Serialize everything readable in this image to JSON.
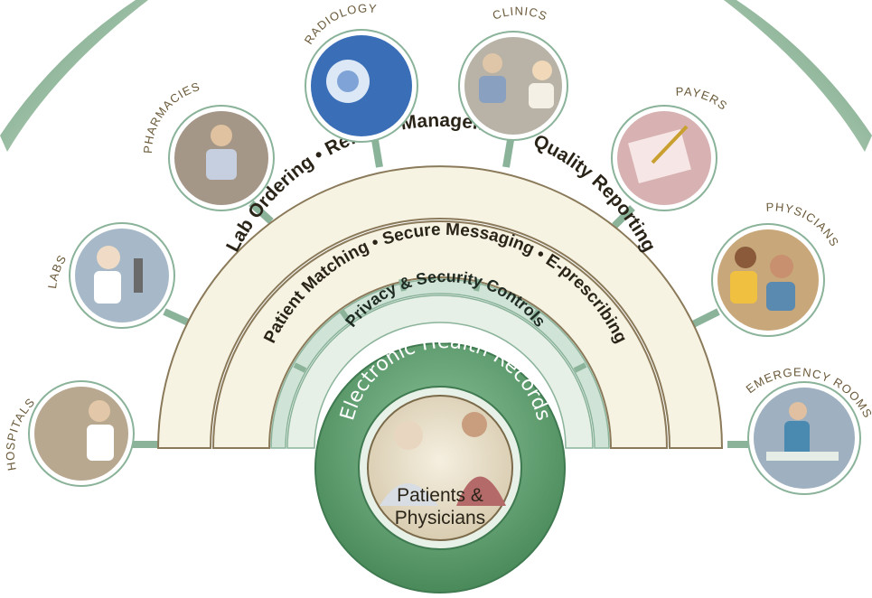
{
  "outer_arc": {
    "left_label": "Lab Ordering",
    "center_label": "Referral Management",
    "right_label": "Quality Reporting"
  },
  "middle_arc": {
    "left_label": "Patient Matching",
    "center_label": "Secure Messaging",
    "right_label": "E-prescribing"
  },
  "security_arc": {
    "label": "Privacy & Security Controls"
  },
  "ehr_arc": {
    "label": "Electronic Health Records"
  },
  "center": {
    "line1": "Patients &",
    "line2": "Physicians"
  },
  "nodes": [
    {
      "id": "hospitals",
      "label": "HOSPITALS",
      "icon": "hospital-photo-icon",
      "color": "#b9a890"
    },
    {
      "id": "labs",
      "label": "LABS",
      "icon": "lab-microscope-photo-icon",
      "color": "#a7b9c8"
    },
    {
      "id": "pharmacies",
      "label": "PHARMACIES",
      "icon": "pharmacy-photo-icon",
      "color": "#a59788"
    },
    {
      "id": "radiology",
      "label": "RADIOLOGY",
      "icon": "radiology-scanner-photo-icon",
      "color": "#3a6fb8"
    },
    {
      "id": "clinics",
      "label": "CLINICS",
      "icon": "clinic-photo-icon",
      "color": "#b8b3a6"
    },
    {
      "id": "payers",
      "label": "PAYERS",
      "icon": "payer-form-photo-icon",
      "color": "#d8b2b2"
    },
    {
      "id": "physicians",
      "label": "PHYSICIANS",
      "icon": "physician-photo-icon",
      "color": "#c8a87a"
    },
    {
      "id": "emergency_rooms",
      "label": "EMERGENCY ROOMS",
      "icon": "emergency-room-photo-icon",
      "color": "#9fb0c0"
    }
  ],
  "colors": {
    "arc_cream": "#f7f3e3",
    "arc_border": "#8a7a5a",
    "teal_band": "#cfe3d6",
    "green_connector": "#8ab39a",
    "ehr_green": "#5c9b6d",
    "outer_swoosh": "#8fb59a"
  }
}
